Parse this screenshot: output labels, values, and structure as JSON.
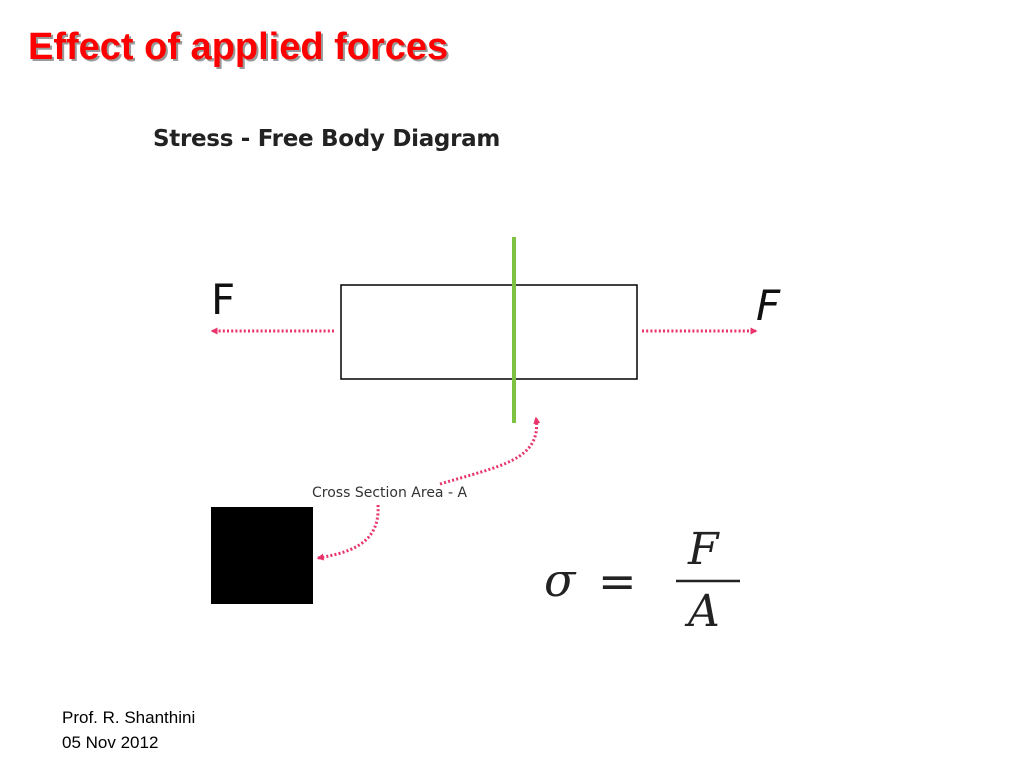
{
  "slide": {
    "title": "Effect of applied forces",
    "diagram_title": "Stress - Free Body Diagram"
  },
  "diagram": {
    "force_left_label": "F",
    "force_right_label": "F",
    "cross_section_label": "Cross Section Area - A",
    "formula": {
      "lhs": "σ",
      "equals": "=",
      "numerator": "F",
      "denominator": "A"
    },
    "colors": {
      "arrow": "#e8336b",
      "section_line": "#7dc242",
      "body_outline": "#000000",
      "area_fill": "#000000"
    }
  },
  "footer": {
    "author": "Prof. R. Shanthini",
    "date": "05 Nov 2012"
  }
}
